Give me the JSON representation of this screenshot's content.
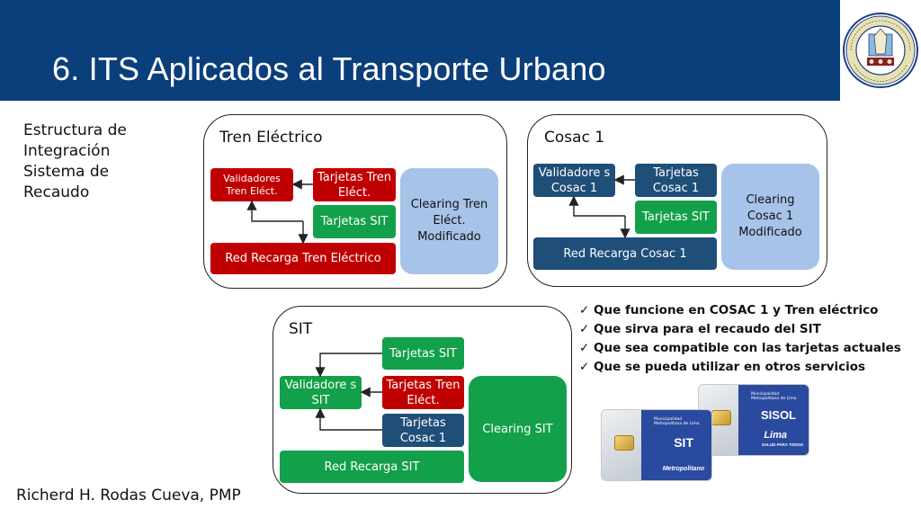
{
  "slide": {
    "title": "6. ITS Aplicados al Transporte Urbano",
    "side_text": "Estructura de Integración Sistema de Recaudo",
    "author": "Richerd H. Rodas Cueva, PMP"
  },
  "colors": {
    "header": "#0b3f7c",
    "red": "#c00000",
    "green": "#13a04a",
    "navy": "#1f4e79",
    "light_blue": "#a8c3ea"
  },
  "panels": {
    "tren": {
      "title": "Tren Eléctrico",
      "validadores": "Validadores Tren Eléct.",
      "tarjetas_tren": "Tarjetas Tren Eléct.",
      "tarjetas_sit": "Tarjetas SIT",
      "red_recarga": "Red Recarga Tren Eléctrico",
      "clearing": "Clearing Tren Eléct. Modificado"
    },
    "cosac": {
      "title": "Cosac 1",
      "validadores": "Validadore s Cosac 1",
      "tarjetas_cosac": "Tarjetas Cosac 1",
      "tarjetas_sit": "Tarjetas SIT",
      "red_recarga": "Red Recarga Cosac 1",
      "clearing": "Clearing Cosac 1 Modificado"
    },
    "sit": {
      "title": "SIT",
      "tarjetas_sit": "Tarjetas SIT",
      "validadores": "Validadore s SIT",
      "tarjetas_tren": "Tarjetas Tren Eléct.",
      "tarjetas_cosac": "Tarjetas Cosac 1",
      "red_recarga": "Red Recarga SIT",
      "clearing": "Clearing SIT"
    }
  },
  "checklist": [
    "Que funcione en COSAC 1 y Tren eléctrico",
    "Que sirva para el recaudo del SIT",
    "Que sea compatible con las tarjetas actuales",
    "Que se pueda utilizar en otros servicios"
  ],
  "cards": {
    "sit": {
      "muni": "Municipalidad Metropolitana de Lima",
      "brand": "SIT",
      "sub": "Metropolitano"
    },
    "sisol": {
      "muni": "Municipalidad Metropolitana de Lima",
      "brand": "SISOL",
      "sub": "Lima",
      "tagline": "SALUD PARA TODOS"
    }
  }
}
